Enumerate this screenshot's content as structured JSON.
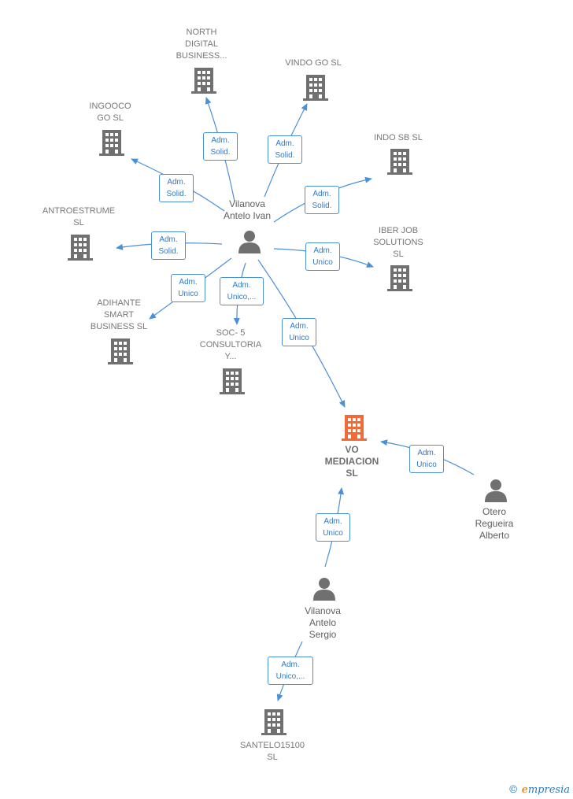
{
  "colors": {
    "edge": "#4a90d9",
    "building": "#707070",
    "building_focal": "#f26a35",
    "person": "#707070"
  },
  "icons": {
    "company": "building-icon",
    "person": "person-icon"
  },
  "nodes": {
    "north_digital": {
      "lines": [
        "NORTH",
        "DIGITAL",
        "BUSINESS..."
      ]
    },
    "vindo_go": {
      "lines": [
        "VINDO GO  SL"
      ]
    },
    "ingooco": {
      "lines": [
        "INGOOCO",
        "GO  SL"
      ]
    },
    "indo_sb": {
      "lines": [
        "INDO SB  SL"
      ]
    },
    "antroestrume": {
      "lines": [
        "ANTROESTRUME",
        "SL"
      ]
    },
    "iber_job": {
      "lines": [
        "IBER JOB",
        "SOLUTIONS",
        "SL"
      ]
    },
    "adihante": {
      "lines": [
        "ADIHANTE",
        "SMART",
        "BUSINESS  SL"
      ]
    },
    "soc5": {
      "lines": [
        "SOC- 5",
        "CONSULTORIA",
        "Y..."
      ]
    },
    "vo_mediacion": {
      "lines": [
        "VO",
        "MEDIACION",
        "SL"
      ]
    },
    "santelo": {
      "lines": [
        "SANTELO15100",
        "SL"
      ]
    },
    "vilanova_ivan": {
      "lines": [
        "Vilanova",
        "Antelo Ivan"
      ]
    },
    "otero": {
      "lines": [
        "Otero",
        "Regueira",
        "Alberto"
      ]
    },
    "vilanova_sergio": {
      "lines": [
        "Vilanova",
        "Antelo",
        "Sergio"
      ]
    }
  },
  "edges": {
    "e_north": {
      "lines": [
        "Adm.",
        "Solid."
      ]
    },
    "e_vindo": {
      "lines": [
        "Adm.",
        "Solid."
      ]
    },
    "e_ingooco": {
      "lines": [
        "Adm.",
        "Solid."
      ]
    },
    "e_indo": {
      "lines": [
        "Adm.",
        "Solid."
      ]
    },
    "e_antro": {
      "lines": [
        "Adm.",
        "Solid."
      ]
    },
    "e_iber": {
      "lines": [
        "Adm.",
        "Unico"
      ]
    },
    "e_adihante": {
      "lines": [
        "Adm.",
        "Unico"
      ]
    },
    "e_soc5": {
      "lines": [
        "Adm.",
        "Unico,..."
      ]
    },
    "e_vo_ivan": {
      "lines": [
        "Adm.",
        "Unico"
      ]
    },
    "e_vo_otero": {
      "lines": [
        "Adm.",
        "Unico"
      ]
    },
    "e_vo_sergio": {
      "lines": [
        "Adm.",
        "Unico"
      ]
    },
    "e_santelo": {
      "lines": [
        "Adm.",
        "Unico,..."
      ]
    }
  },
  "brand": {
    "symbol": "©",
    "initial": "e",
    "rest": "mpresia"
  }
}
